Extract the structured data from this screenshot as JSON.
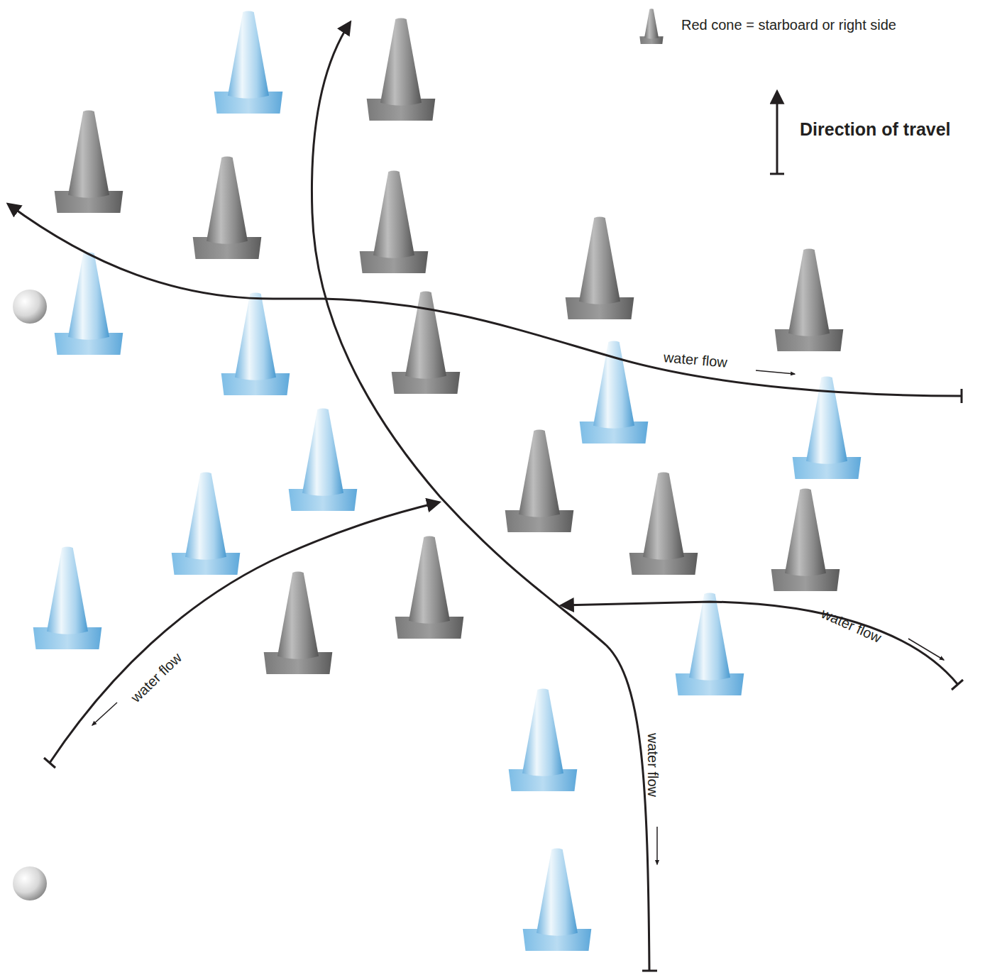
{
  "diagram": {
    "labels": [
      "Direction of travel",
      "water flow",
      "water flow",
      "water flow",
      "water flow"
    ],
    "legend": [
      {
        "text": "Red cone = starboard or right side"
      }
    ]
  }
}
